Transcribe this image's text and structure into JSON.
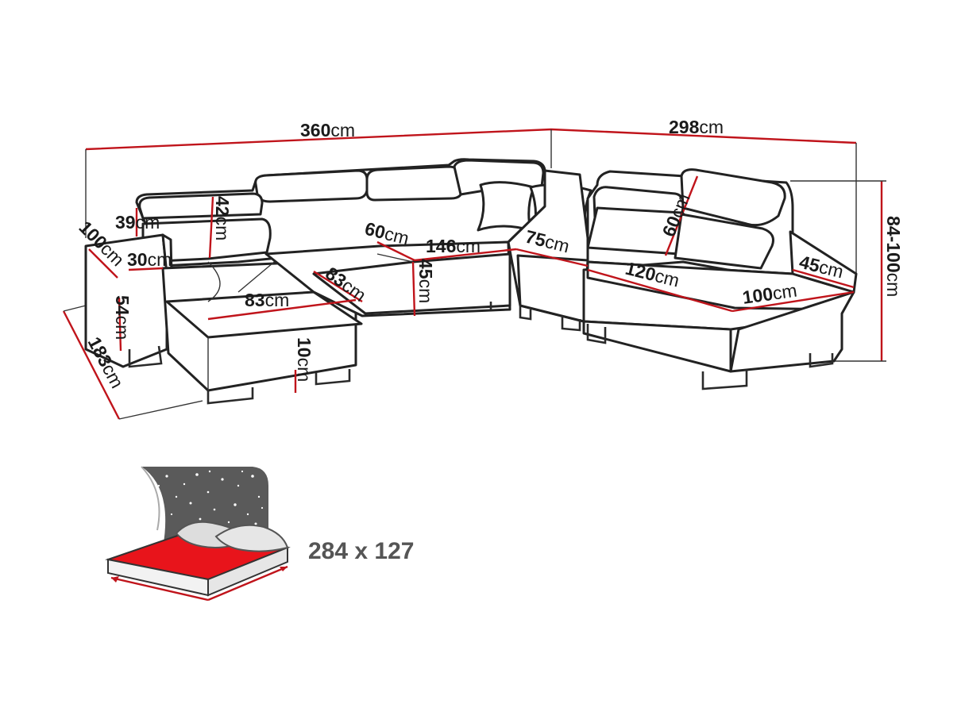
{
  "colors": {
    "dimension_line": "#c0141b",
    "outline": "#222222",
    "bed_surface": "#e8141b",
    "night_sky": "#5a5a5a"
  },
  "dimensions": {
    "overall_width": {
      "value": "360",
      "unit": "cm"
    },
    "corner_width": {
      "value": "298",
      "unit": "cm"
    },
    "overall_height": {
      "value": "84-100",
      "unit": "cm"
    },
    "left_depth": {
      "value": "100",
      "unit": "cm"
    },
    "chaise_length": {
      "value": "183",
      "unit": "cm"
    },
    "armrest_height": {
      "value": "39",
      "unit": "cm"
    },
    "headrest_left": {
      "value": "42",
      "unit": "cm"
    },
    "arm_width": {
      "value": "30",
      "unit": "cm"
    },
    "side_height": {
      "value": "54",
      "unit": "cm"
    },
    "chaise_width": {
      "value": "83",
      "unit": "cm"
    },
    "seat_depth_chaise": {
      "value": "83",
      "unit": "cm"
    },
    "leg_height": {
      "value": "10",
      "unit": "cm"
    },
    "backrest_depth": {
      "value": "60",
      "unit": "cm"
    },
    "middle_width": {
      "value": "146",
      "unit": "cm"
    },
    "seat_height": {
      "value": "45",
      "unit": "cm"
    },
    "corner_seat": {
      "value": "75",
      "unit": "cm"
    },
    "headrest_right": {
      "value": "60",
      "unit": "cm"
    },
    "right_seat_width": {
      "value": "120",
      "unit": "cm"
    },
    "right_seat_depth": {
      "value": "100",
      "unit": "cm"
    },
    "right_arm": {
      "value": "45",
      "unit": "cm"
    }
  },
  "bed_size": "284 x 127"
}
